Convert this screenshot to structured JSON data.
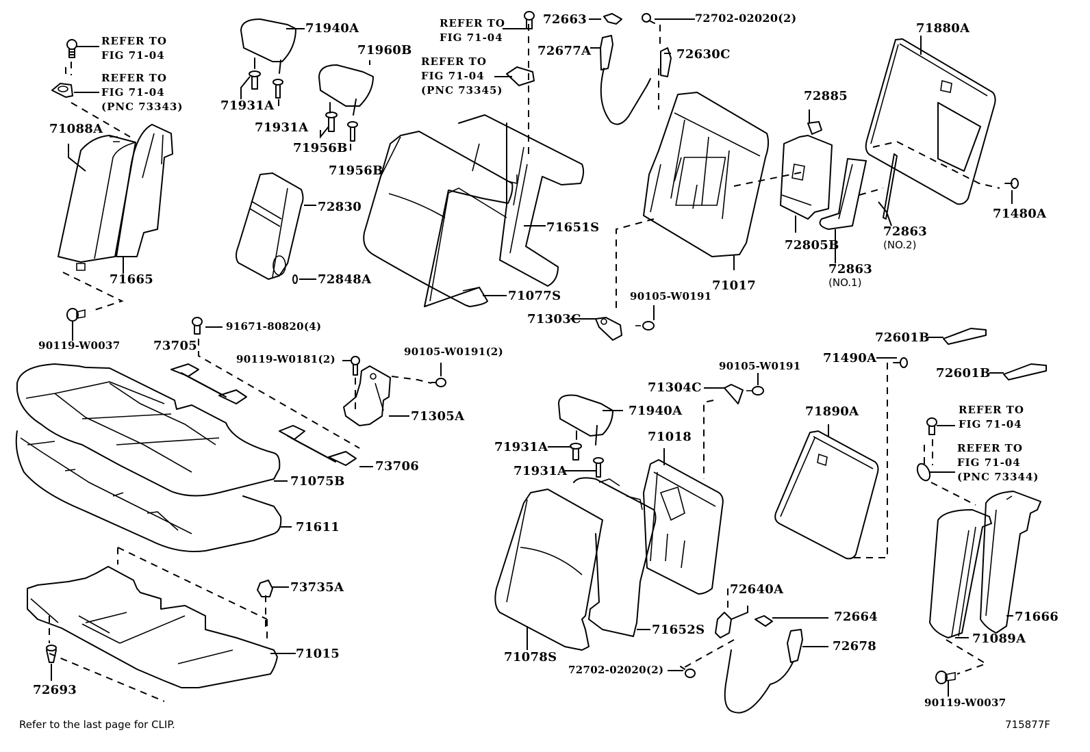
{
  "diagram": {
    "title": "Rear seat assembly exploded parts diagram",
    "figure_id": "715877F",
    "footer_note": "Refer to the last page for CLIP.",
    "labels": {
      "refer_71_04_a": "REFER TO\nFIG 71-04",
      "refer_73343": "REFER TO\nFIG 71-04\n(PNC 73343)",
      "p71088A": "71088A",
      "p71665": "71665",
      "p90119_W0037_left": "90119-W0037",
      "p71940A_top": "71940A",
      "p71960B": "71960B",
      "p71931A_1": "71931A",
      "p71931A_2": "71931A",
      "p71956B_1": "71956B",
      "p71956B_2": "71956B",
      "p72830": "72830",
      "p72848A": "72848A",
      "refer_71_04_b": "REFER TO\nFIG 71-04",
      "refer_73345": "REFER TO\nFIG 71-04\n(PNC 73345)",
      "p72663": "72663",
      "p72702_top": "72702-02020(2)",
      "p72677A": "72677A",
      "p72630C": "72630C",
      "p71651S": "71651S",
      "p71077S": "71077S",
      "p71017": "71017",
      "p72885": "72885",
      "p72805B": "72805B",
      "p72863_no1": "72863",
      "p72863_no1_sub": "(NO.1)",
      "p72863_no2": "72863",
      "p72863_no2_sub": "(NO.2)",
      "p71880A": "71880A",
      "p71480A": "71480A",
      "p90105_W0191_mid": "90105-W0191",
      "p71303C": "71303C",
      "p91671": "91671-80820(4)",
      "p73705": "73705",
      "p90119_W0181": "90119-W0181(2)",
      "p90105_W0191_2": "90105-W0191(2)",
      "p71305A": "71305A",
      "p73706": "73706",
      "p71075B": "71075B",
      "p71611": "71611",
      "p73735A": "73735A",
      "p71015": "71015",
      "p72693": "72693",
      "p72601B_1": "72601B",
      "p72601B_2": "72601B",
      "p71490A": "71490A",
      "p90105_W0191_r": "90105-W0191",
      "p71304C": "71304C",
      "p71940A_low": "71940A",
      "p71931A_3": "71931A",
      "p71931A_4": "71931A",
      "p71018": "71018",
      "p71890A": "71890A",
      "refer_71_04_c": "REFER TO\nFIG 71-04",
      "refer_73344": "REFER TO\nFIG 71-04\n(PNC 73344)",
      "p71666": "71666",
      "p71089A": "71089A",
      "p90119_W0037_right": "90119-W0037",
      "p72640A": "72640A",
      "p72664": "72664",
      "p72678": "72678",
      "p71652S": "71652S",
      "p71078S": "71078S",
      "p72702_low": "72702-02020(2)"
    }
  }
}
